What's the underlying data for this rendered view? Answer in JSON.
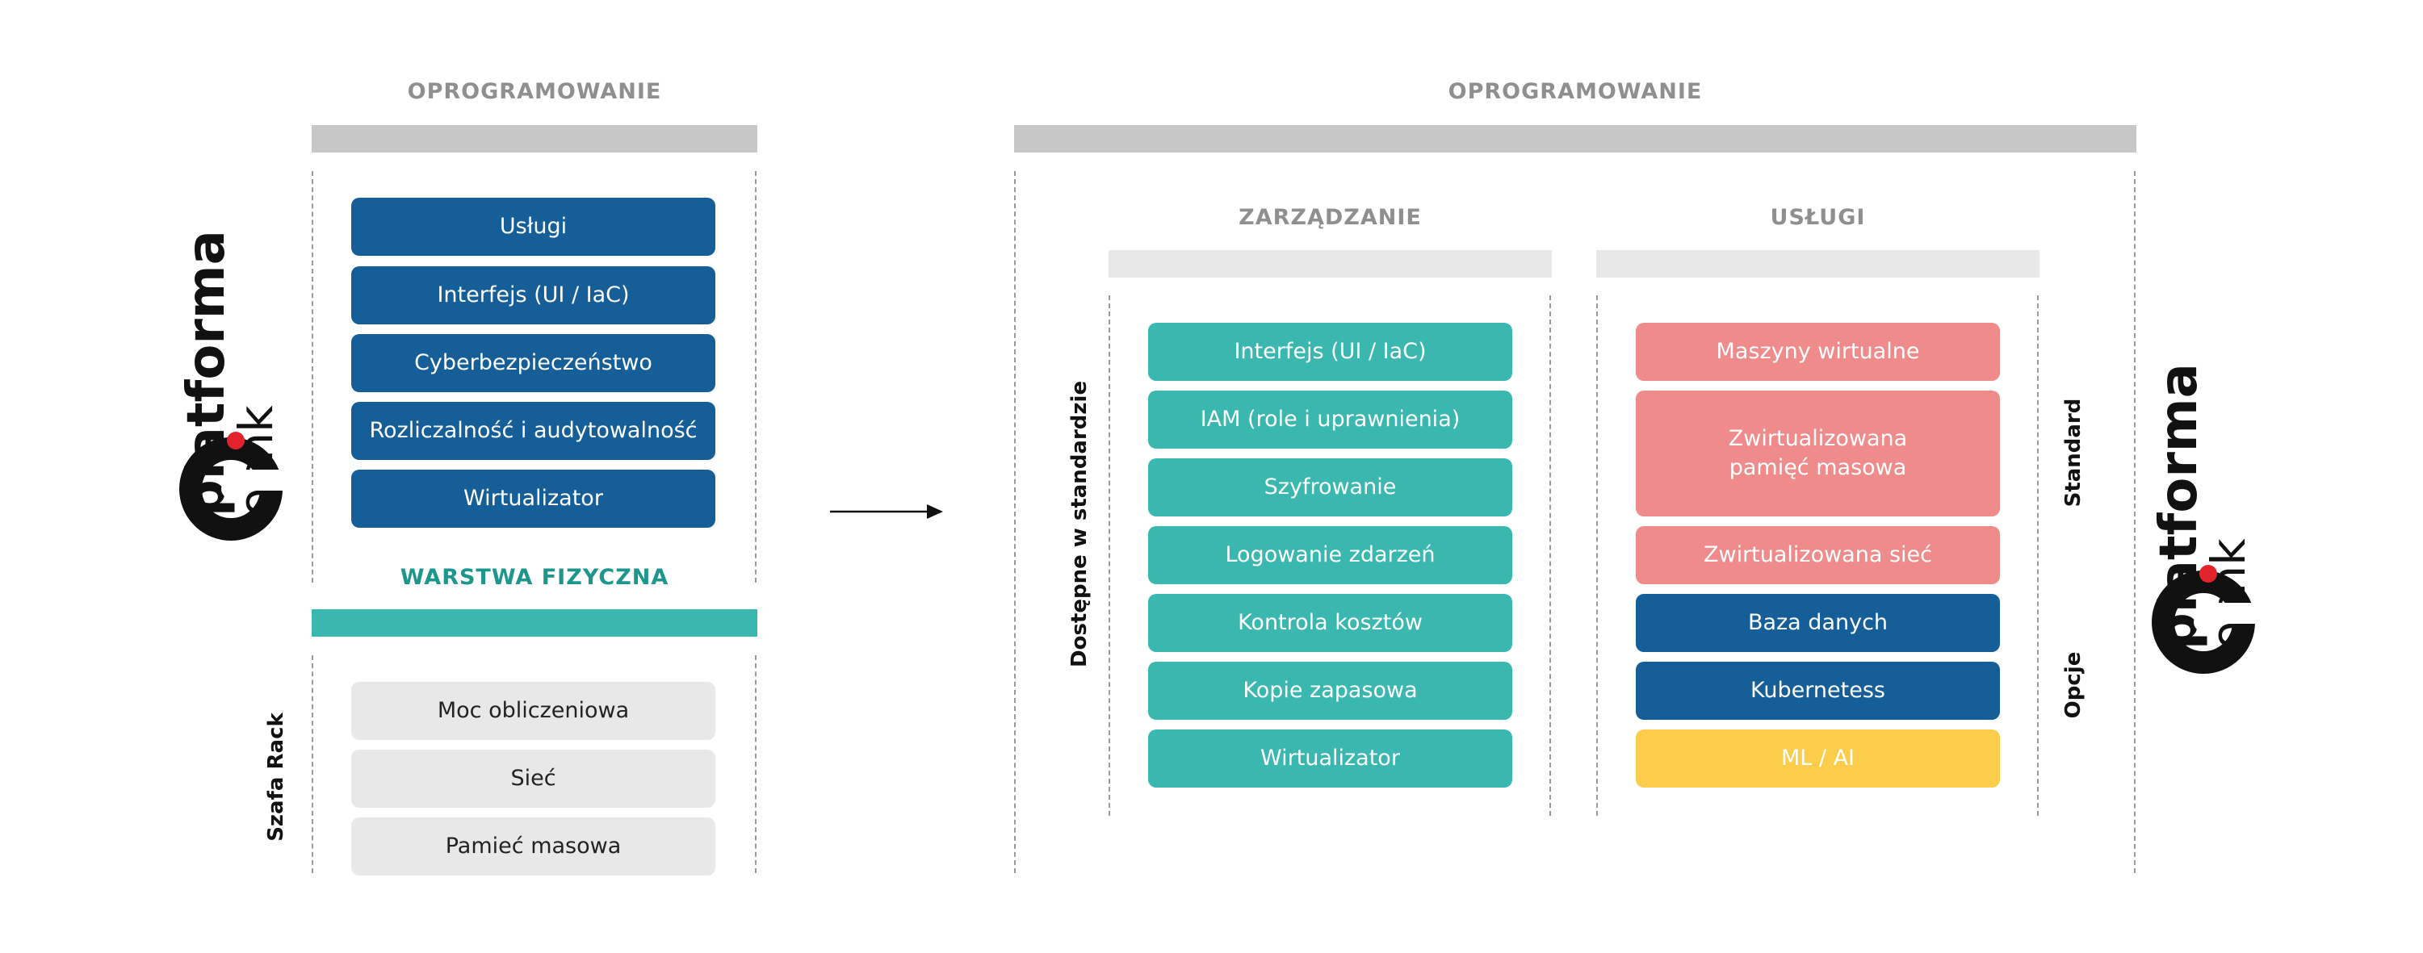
{
  "left": {
    "title": "OPROGRAMOWANIE",
    "software_items": [
      "Usługi",
      "Interfejs (UI / IaC)",
      "Cyberbezpieczeństwo",
      "Rozliczalność i audytowalność",
      "Wirtualizator"
    ],
    "physical_title": "WARSTWA FIZYCZNA",
    "physical_items": [
      "Moc obliczeniowa",
      "Sieć",
      "Pamieć masowa"
    ],
    "rack_label": "Szafa Rack"
  },
  "right": {
    "title": "OPROGRAMOWANIE",
    "management": {
      "title": "ZARZĄDZANIE",
      "side_label": "Dostępne w standardzie",
      "items": [
        "Interfejs (UI / IaC)",
        "IAM (role i uprawnienia)",
        "Szyfrowanie",
        "Logowanie zdarzeń",
        "Kontrola kosztów",
        "Kopie zapasowa",
        "Wirtualizator"
      ]
    },
    "services": {
      "title": "USŁUGI",
      "items": [
        "Maszyny wirtualne",
        "Zwirtualizowana\npamięć masowa",
        "Zwirtualizowana sieć",
        "Baza danych",
        "Kubernetess",
        "ML / AI"
      ],
      "label_standard": "Standard",
      "label_options": "Opcje"
    }
  },
  "logo": {
    "word1": "platforma",
    "word2": "ochk"
  },
  "colors": {
    "blue": "#155e97",
    "teal": "#3ab8b0",
    "pink": "#f08b8b",
    "yellow": "#fbcd4b",
    "grey_box": "#e8e8e8",
    "grey_bar": "#c6c6c6",
    "light_bar": "#e8e8e8",
    "logo_red": "#e3232c"
  }
}
